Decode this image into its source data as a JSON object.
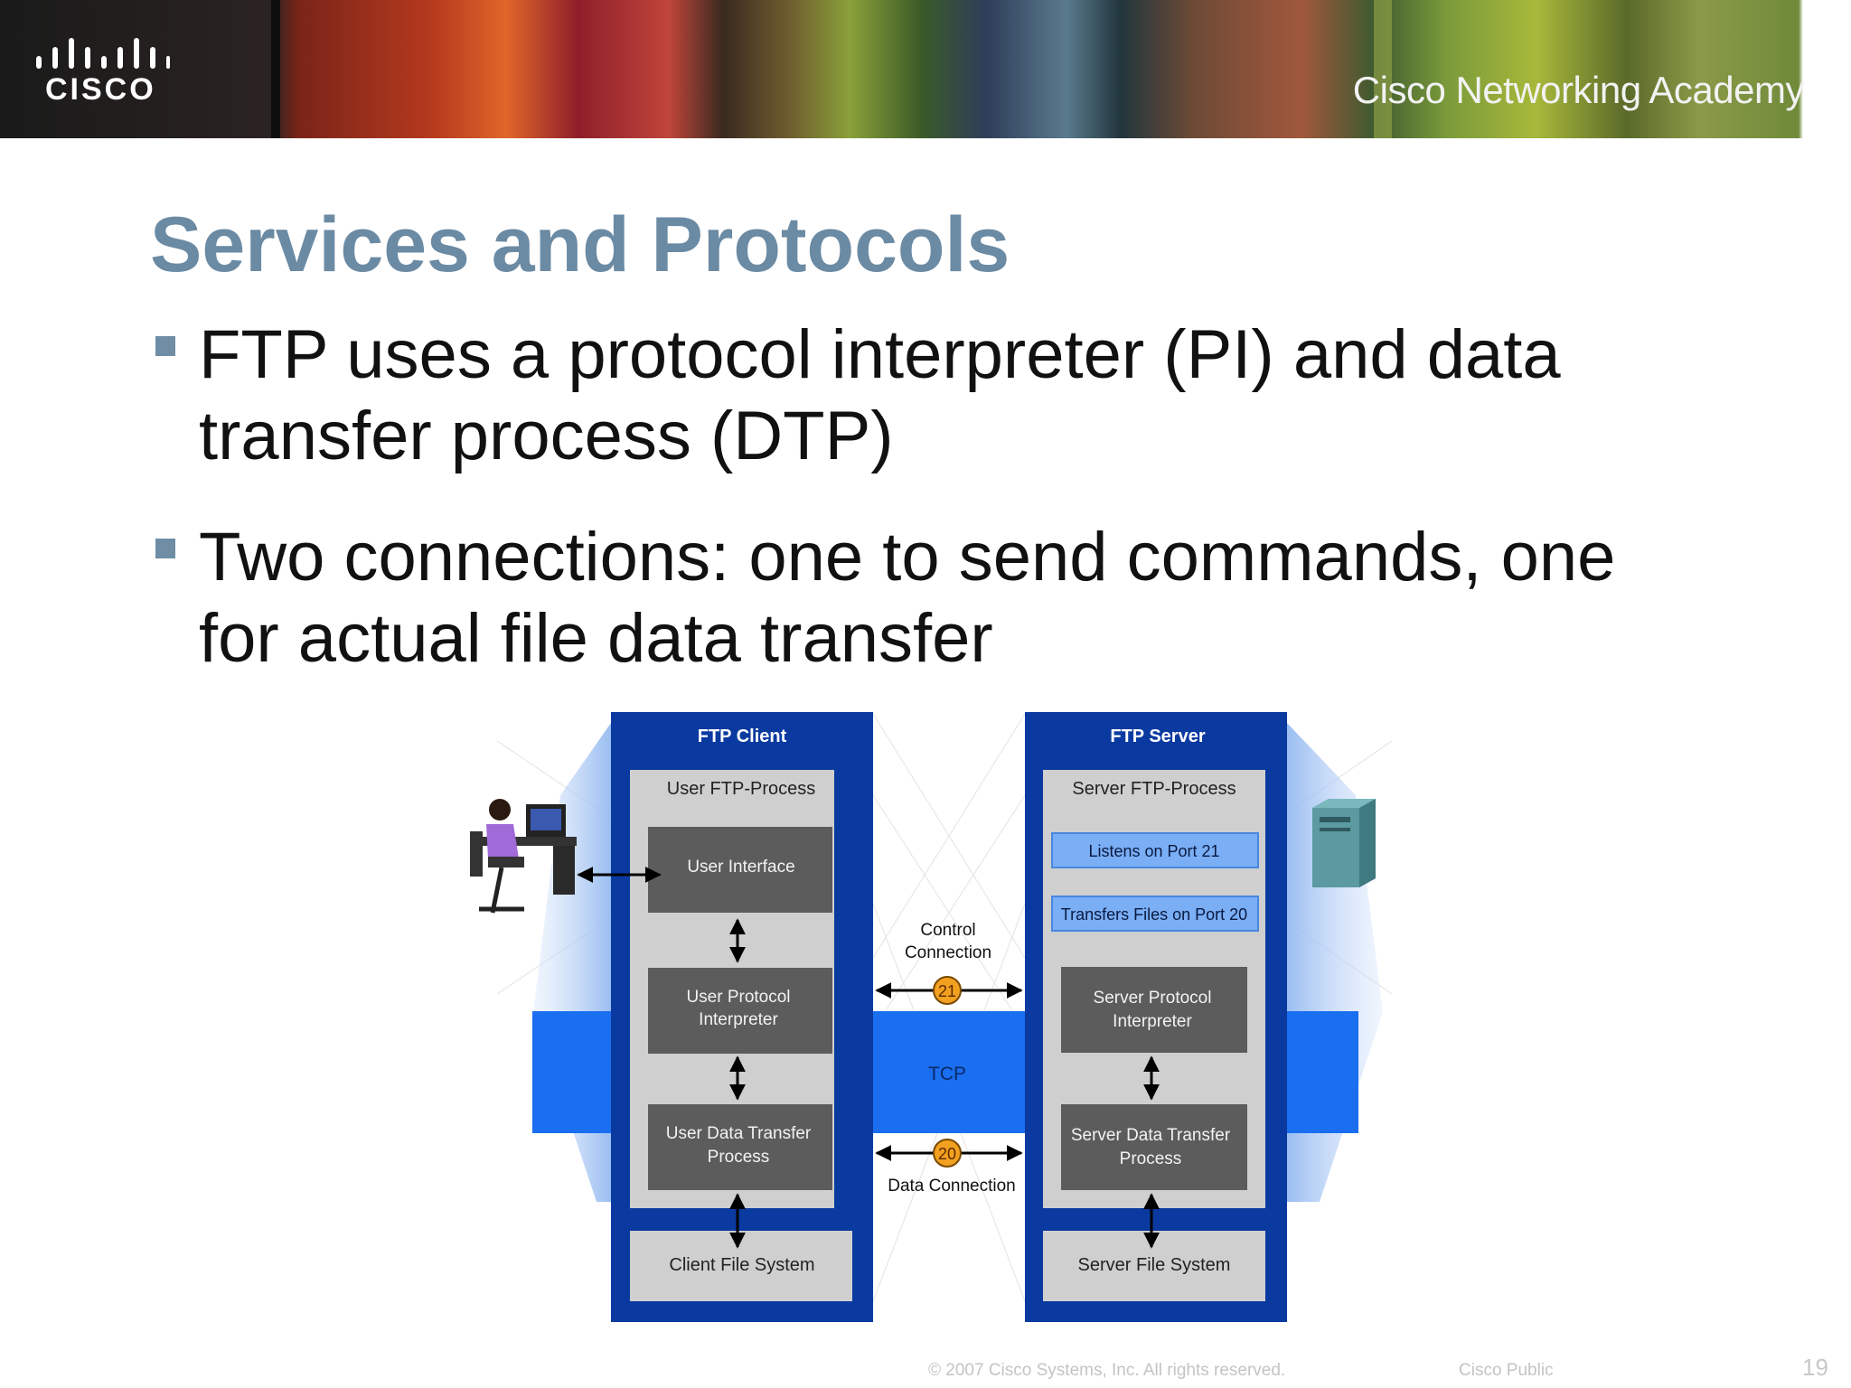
{
  "header": {
    "logo_text": "CISCO",
    "academy_text": "Cisco Networking Academy"
  },
  "slide": {
    "title": "Services and Protocols",
    "bullets": [
      {
        "line1": "FTP uses a protocol interpreter (PI) and data",
        "line2": "transfer process (DTP)"
      },
      {
        "line1": "Two connections: one to send commands, one",
        "line2": "for actual file data transfer"
      }
    ]
  },
  "diagram": {
    "client": {
      "title": "FTP Client",
      "process": "User FTP-Process",
      "interface": "User Interface",
      "pi_line1": "User Protocol",
      "pi_line2": "Interpreter",
      "dtp_line1": "User Data Transfer",
      "dtp_line2": "Process",
      "fs": "Client File System"
    },
    "server": {
      "title": "FTP Server",
      "process": "Server FTP-Process",
      "listen": "Listens on Port 21",
      "transfer": "Transfers Files on Port 20",
      "pi_line1": "Server Protocol",
      "pi_line2": "Interpreter",
      "dtp_line1": "Server Data Transfer",
      "dtp_line2": "Process",
      "fs": "Server File System"
    },
    "control_line1": "Control",
    "control_line2": "Connection",
    "control_port": "21",
    "tcp": "TCP",
    "data_port": "20",
    "data_label": "Data Connection",
    "colors": {
      "frame_blue": "#0a3aa0",
      "tcp_blue": "#1a6ef0",
      "panel_gray": "#cfcfcf",
      "box_gray": "#5c5c5c",
      "light_blue_btn": "#7aaef5",
      "port_orange": "#f2a020"
    }
  },
  "footer": {
    "copyright": "© 2007 Cisco Systems, Inc. All rights reserved.",
    "public": "Cisco Public",
    "page": "19"
  }
}
